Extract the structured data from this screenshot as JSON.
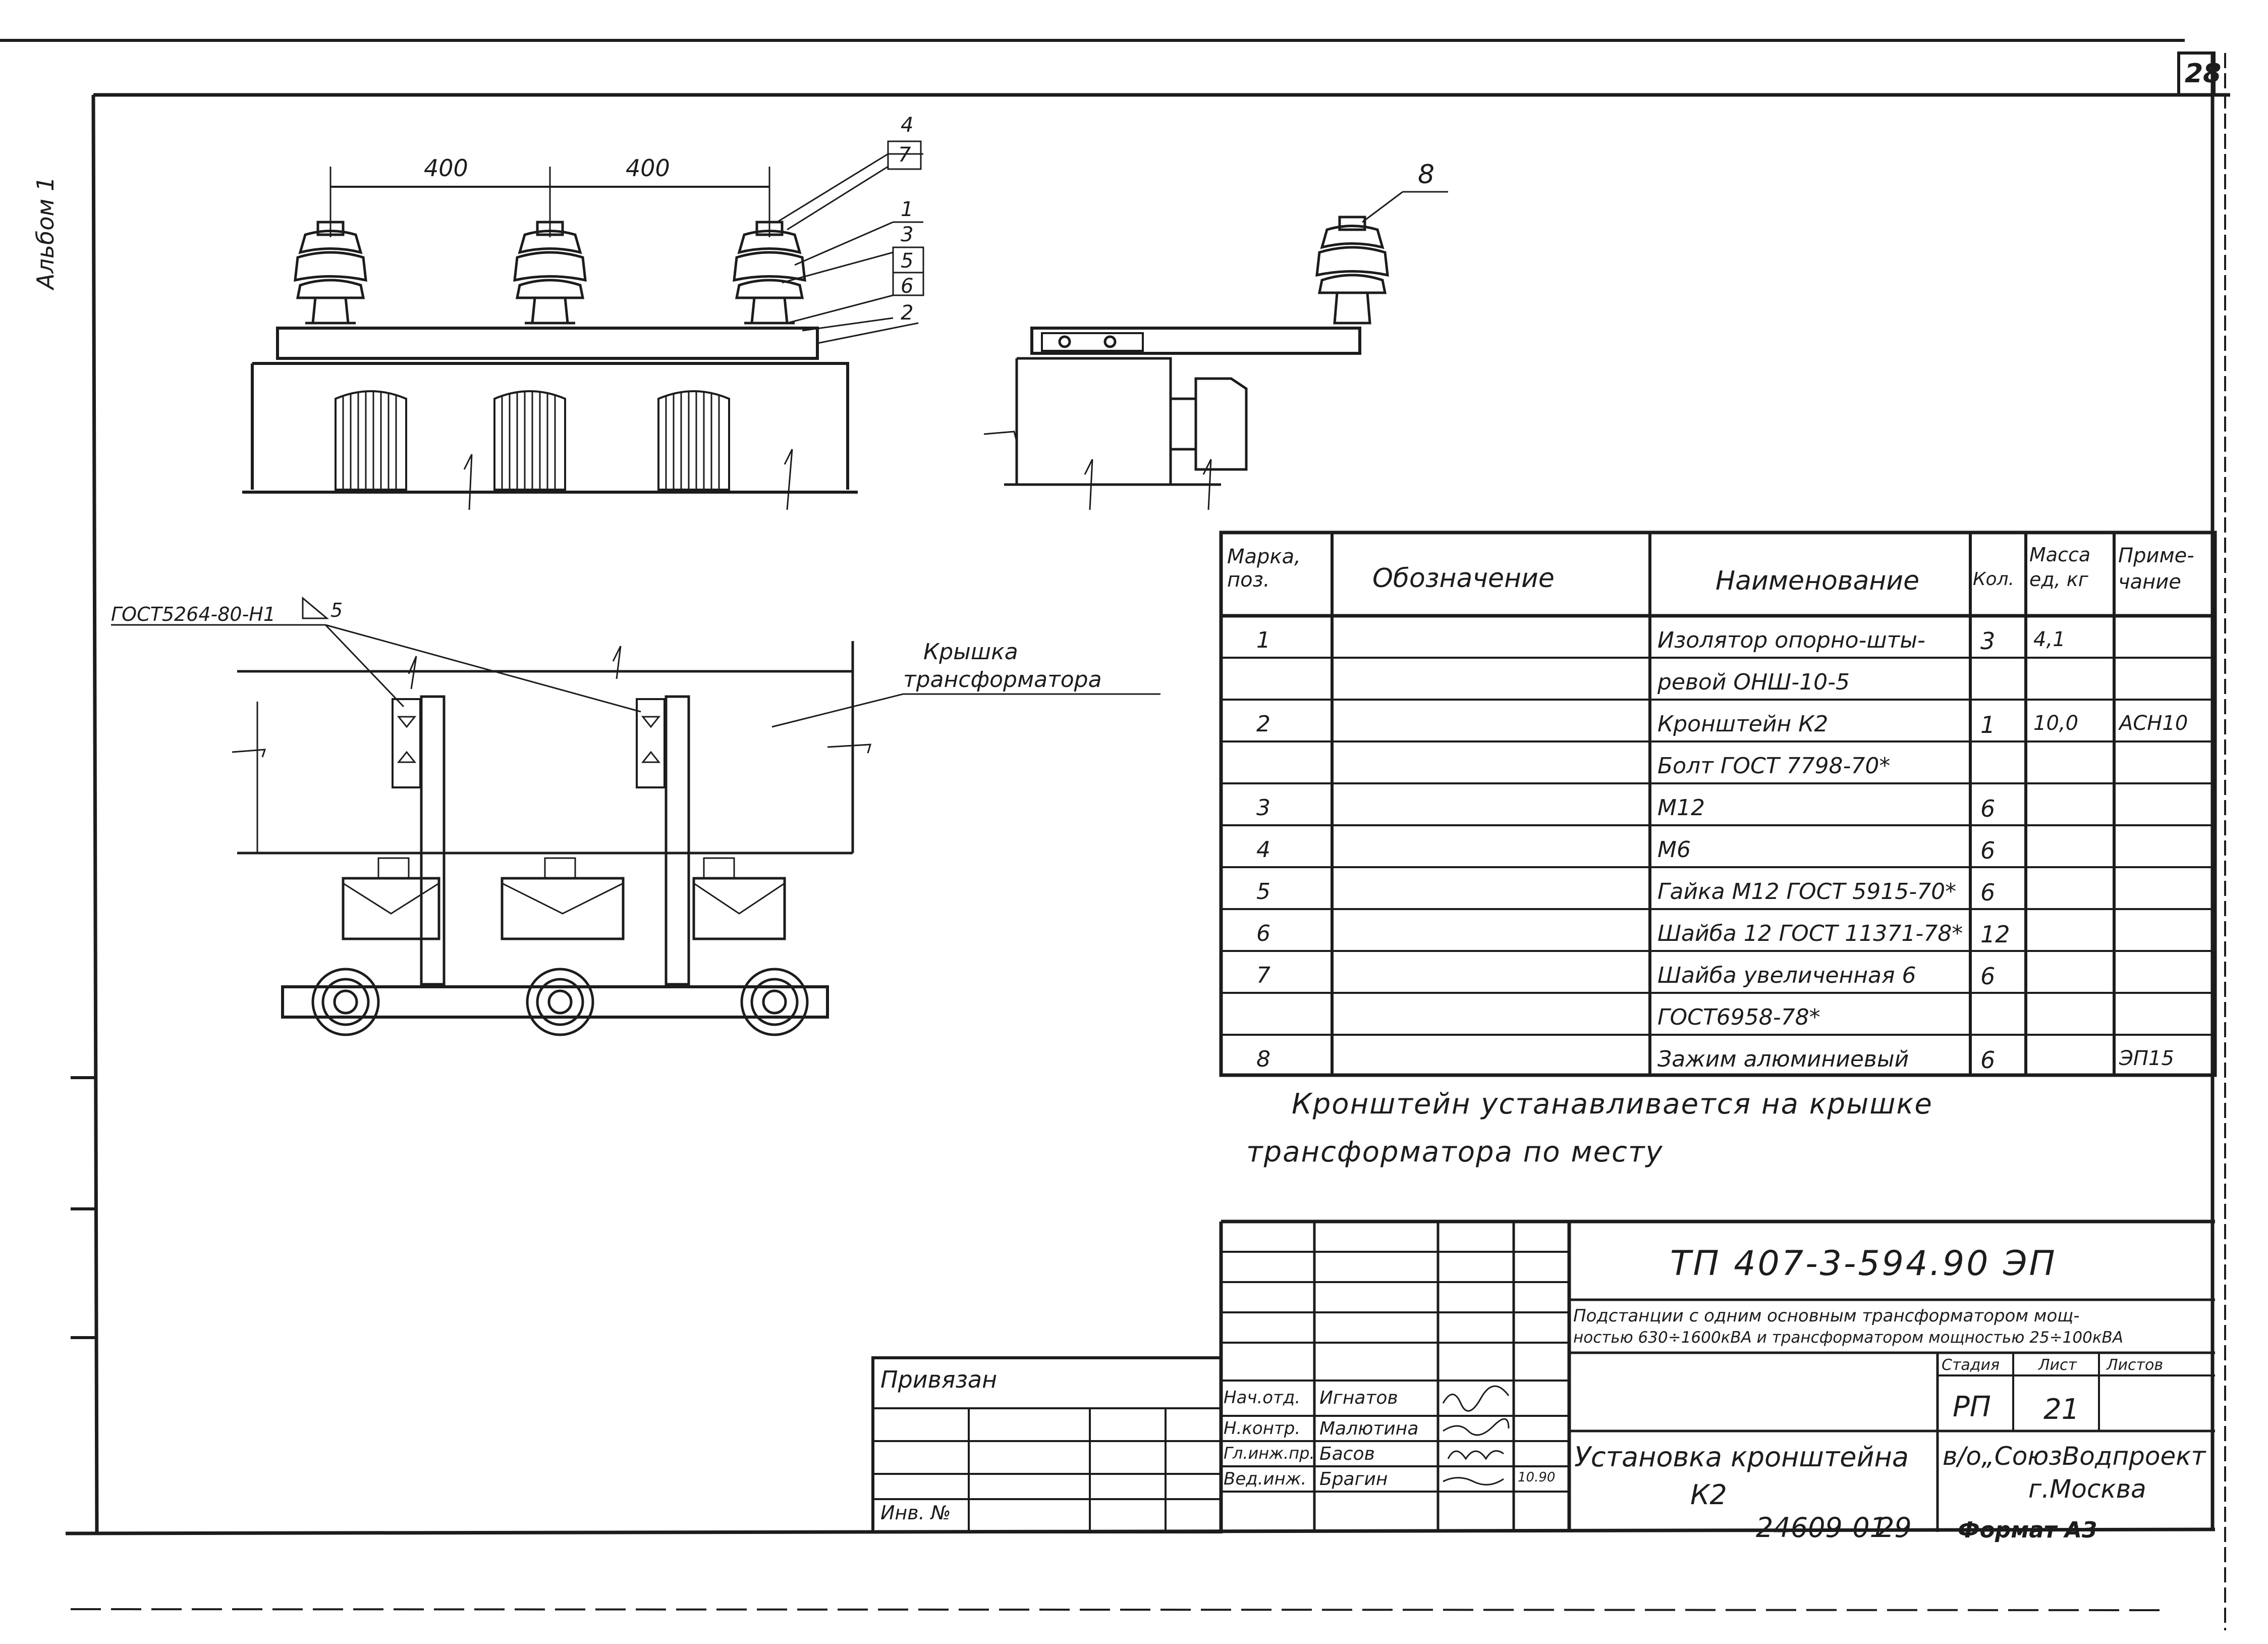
{
  "sheet_number": "28",
  "side_label": "Альбом 1",
  "drawing": {
    "top_left": {
      "dimension_1": "400",
      "dimension_2": "400",
      "callouts": [
        "4",
        "7",
        "1",
        "3",
        "5",
        "6",
        "2"
      ]
    },
    "top_right": {
      "callout": "8"
    },
    "bottom_left": {
      "weld_note": "ГОСТ5264-80-Н1",
      "weld_size": "5",
      "cover_label_line1": "Крышка",
      "cover_label_line2": "трансформатора"
    }
  },
  "spec_table": {
    "headers": {
      "mark": "Марка, поз.",
      "designation": "Обозначение",
      "name": "Наименование",
      "qty": "Кол.",
      "mass": "Масса ед, кг",
      "note": "Приме- чание"
    },
    "rows": [
      {
        "mark": "1",
        "designation": "",
        "name": "Изолятор опорно-шты-",
        "qty": "3",
        "mass": "4,1",
        "note": ""
      },
      {
        "mark": "",
        "designation": "",
        "name": "ревой ОНШ-10-5",
        "qty": "",
        "mass": "",
        "note": ""
      },
      {
        "mark": "2",
        "designation": "",
        "name": "Кронштейн К2",
        "qty": "1",
        "mass": "10,0",
        "note": "АСН10"
      },
      {
        "mark": "",
        "designation": "",
        "name": "Болт ГОСТ 7798-70*",
        "qty": "",
        "mass": "",
        "note": ""
      },
      {
        "mark": "3",
        "designation": "",
        "name": "М12",
        "qty": "6",
        "mass": "",
        "note": ""
      },
      {
        "mark": "4",
        "designation": "",
        "name": "М6",
        "qty": "6",
        "mass": "",
        "note": ""
      },
      {
        "mark": "5",
        "designation": "",
        "name": "Гайка М12 ГОСТ 5915-70*",
        "qty": "6",
        "mass": "",
        "note": ""
      },
      {
        "mark": "6",
        "designation": "",
        "name": "Шайба 12 ГОСТ 11371-78*",
        "qty": "12",
        "mass": "",
        "note": ""
      },
      {
        "mark": "7",
        "designation": "",
        "name": "Шайба увеличенная 6",
        "qty": "6",
        "mass": "",
        "note": ""
      },
      {
        "mark": "",
        "designation": "",
        "name": "ГОСТ6958-78*",
        "qty": "",
        "mass": "",
        "note": ""
      },
      {
        "mark": "8",
        "designation": "",
        "name": "Зажим алюминиевый",
        "qty": "6",
        "mass": "",
        "note": "ЭП15"
      }
    ]
  },
  "note": {
    "line1": "Кронштейн устанавливается на крышке",
    "line2": "трансформатора по месту"
  },
  "title_block": {
    "doc_code": "ТП 407-3-594.90 ЭП",
    "project_line1": "Подстанции с одним основным трансформатором мощ-",
    "project_line2": "ностью 630÷1600кВА и трансформатором мощностью 25÷100кВА",
    "stage_label": "Стадия",
    "sheet_label": "Лист",
    "sheets_label": "Листов",
    "stage": "РП",
    "sheet": "21",
    "drawing_title_line1": "Установка кронштейна",
    "drawing_title_line2": "К2",
    "org_line1": "в/о„СоюзВодпроект",
    "org_line2": "г.Москва",
    "date": "10.90",
    "people": [
      {
        "role": "Нач.отд.",
        "name": "Игнатов"
      },
      {
        "role": "Н.контр.",
        "name": "Малютина"
      },
      {
        "role": "Гл.инж.пр.",
        "name": "Басов"
      },
      {
        "role": "Вед.инж.",
        "name": "Брагин"
      }
    ]
  },
  "stamp": {
    "linked_label": "Привязан",
    "inv_label": "Инв. №"
  },
  "footer": {
    "archive_number": "24609-01",
    "page": "29",
    "format": "Формат А3"
  }
}
